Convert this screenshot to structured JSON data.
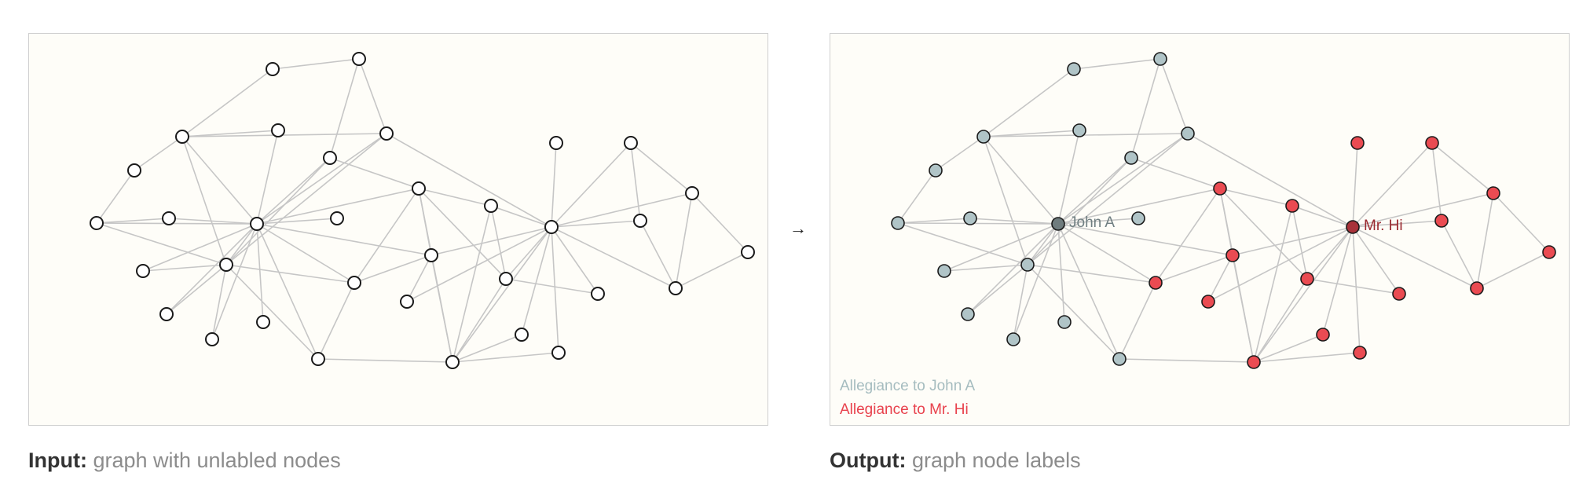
{
  "arrow": "→",
  "input": {
    "caption_bold": "Input:",
    "caption_rest": " graph with unlabled nodes"
  },
  "output": {
    "caption_bold": "Output:",
    "caption_rest": " graph node labels"
  },
  "legend": {
    "john": {
      "text": "Allegiance to John A",
      "color": "#a5bcbf"
    },
    "hi": {
      "text": "Allegiance to Mr. Hi",
      "color": "#e8424d"
    }
  },
  "leaders": {
    "john": {
      "label": "John A",
      "color": "#707f82"
    },
    "hi": {
      "label": "Mr. Hi",
      "color": "#9a2a30"
    }
  },
  "colors": {
    "unlabeled_fill": "#ffffff",
    "john_fill": "#b0c4c7",
    "hi_fill": "#ea4b52",
    "john_leader_fill": "#6f7c7e",
    "hi_leader_fill": "#a8323a",
    "edge": "#c6c6c6"
  }
}
